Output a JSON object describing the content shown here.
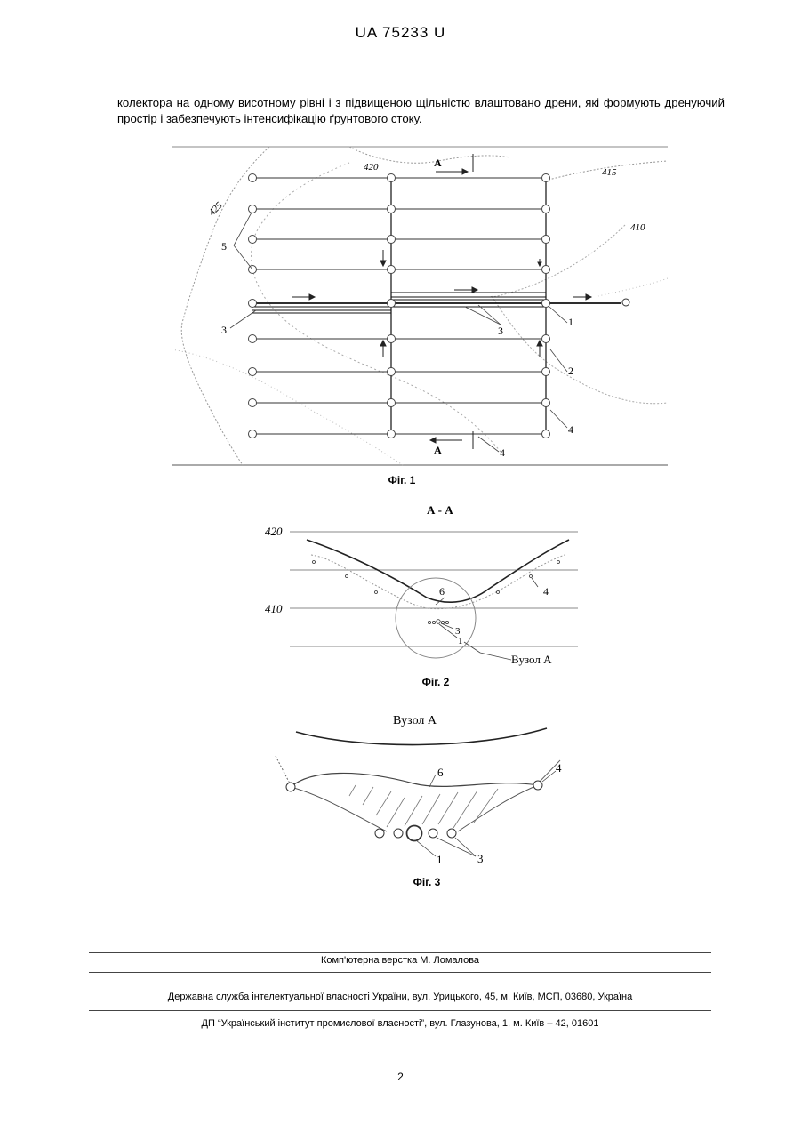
{
  "header": {
    "patent_id": "UA   75233   U"
  },
  "paragraph": "колектора на одному висотному рівні і з підвищеною щільністю влаштовано дрени, які формують дренуючий простір і забезпечують інтенсифікацію ґрунтового стоку.",
  "figure1": {
    "caption": "Фіг. 1",
    "contour_labels": [
      "425",
      "420",
      "415",
      "410"
    ],
    "section_label": "А",
    "callouts": [
      "5",
      "3",
      "3",
      "1",
      "2",
      "4",
      "4"
    ]
  },
  "figure2": {
    "caption": "Фіг. 2",
    "title": "А - А",
    "level_labels": [
      "420",
      "410"
    ],
    "callouts": [
      "6",
      "4",
      "3",
      "1"
    ],
    "node_label": "Вузол А"
  },
  "figure3": {
    "caption": "Фіг. 3",
    "title": "Вузол А",
    "callouts": [
      "6",
      "4",
      "1",
      "3"
    ]
  },
  "footer": {
    "layout": "Комп'ютерна верстка М. Ломалова",
    "office": "Державна служба інтелектуальної власності України, вул. Урицького, 45, м. Київ, МСП, 03680, Україна",
    "institute": "ДП “Український інститут промислової власності”, вул. Глазунова, 1, м. Київ – 42, 01601"
  },
  "page_number": "2"
}
